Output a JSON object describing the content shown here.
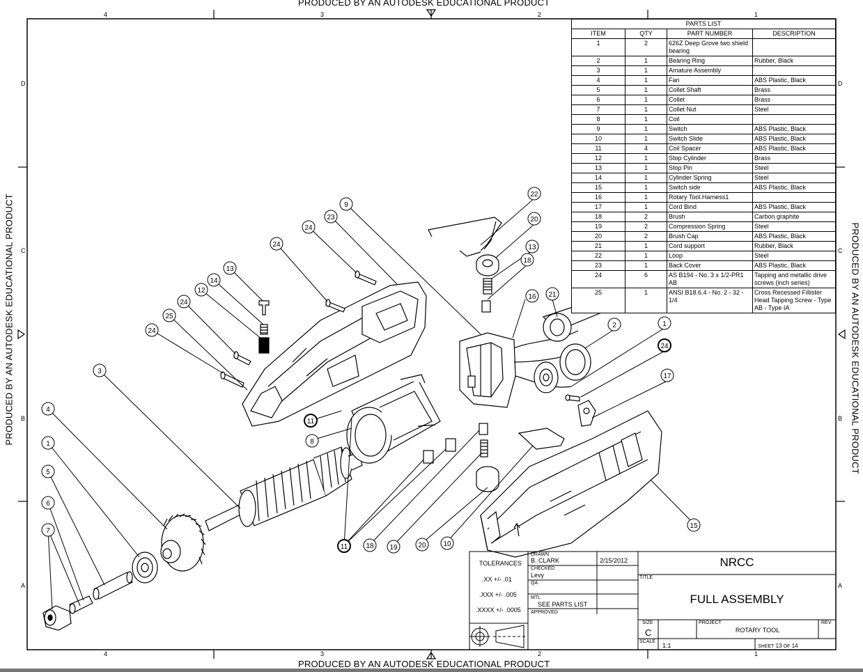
{
  "watermark": "PRODUCED BY AN AUTODESK EDUCATIONAL PRODUCT",
  "zones": {
    "columns": [
      "4",
      "3",
      "2",
      "1"
    ],
    "rows": [
      "D",
      "C",
      "B",
      "A"
    ]
  },
  "parts_list": {
    "title": "PARTS LIST",
    "headers": [
      "ITEM",
      "QTY",
      "PART NUMBER",
      "DESCRIPTION"
    ],
    "rows": [
      {
        "item": "1",
        "qty": "2",
        "part": "626Z Deep Grove two shield bearing",
        "desc": ""
      },
      {
        "item": "2",
        "qty": "1",
        "part": "Bearing Ring",
        "desc": "Rubber, Black"
      },
      {
        "item": "3",
        "qty": "1",
        "part": "Amature Assembly",
        "desc": ""
      },
      {
        "item": "4",
        "qty": "1",
        "part": "Fan",
        "desc": "ABS Plastic, Black"
      },
      {
        "item": "5",
        "qty": "1",
        "part": "Collet Shaft",
        "desc": "Brass"
      },
      {
        "item": "6",
        "qty": "1",
        "part": "Collet",
        "desc": "Brass"
      },
      {
        "item": "7",
        "qty": "1",
        "part": "Collet Nut",
        "desc": "Steel"
      },
      {
        "item": "8",
        "qty": "1",
        "part": "Coil",
        "desc": ""
      },
      {
        "item": "9",
        "qty": "1",
        "part": "Switch",
        "desc": "ABS Plastic, Black"
      },
      {
        "item": "10",
        "qty": "1",
        "part": "Switch Slide",
        "desc": "ABS Plastic, Black"
      },
      {
        "item": "11",
        "qty": "4",
        "part": "Coil Spacer",
        "desc": "ABS Plastic, Black"
      },
      {
        "item": "12",
        "qty": "1",
        "part": "Stop Cylinder",
        "desc": "Brass"
      },
      {
        "item": "13",
        "qty": "1",
        "part": "Stop Pin",
        "desc": "Steel"
      },
      {
        "item": "14",
        "qty": "1",
        "part": "Cylinder Spring",
        "desc": "Steel"
      },
      {
        "item": "15",
        "qty": "1",
        "part": "Switch side",
        "desc": "ABS Plastic, Black"
      },
      {
        "item": "16",
        "qty": "1",
        "part": "Rotary Tool.Harness1",
        "desc": ""
      },
      {
        "item": "17",
        "qty": "1",
        "part": "Cord Bind",
        "desc": "ABS Plastic, Black"
      },
      {
        "item": "18",
        "qty": "2",
        "part": "Brush",
        "desc": "Carbon graphite"
      },
      {
        "item": "19",
        "qty": "2",
        "part": "Compression  Spring",
        "desc": "Steel"
      },
      {
        "item": "20",
        "qty": "2",
        "part": "Brush Cap",
        "desc": "ABS Plastic, Black"
      },
      {
        "item": "21",
        "qty": "1",
        "part": "Cord support",
        "desc": "Rubber, Black"
      },
      {
        "item": "22",
        "qty": "1",
        "part": "Loop",
        "desc": "Steel"
      },
      {
        "item": "23",
        "qty": "1",
        "part": "Back Cover",
        "desc": "ABS Plastic, Black"
      },
      {
        "item": "24",
        "qty": "6",
        "part": "AS B194 - No. 3 x 1/2-PR1 AB",
        "desc": "Tapping and metallic drive screws (inch series)"
      },
      {
        "item": "25",
        "qty": "1",
        "part": "ANSI B18.6.4 - No. 2 - 32 - 1/4",
        "desc": "Cross Recessed Fillister Head Tapping Screw - Type AB - Type IA"
      }
    ]
  },
  "callouts": [
    "1",
    "2",
    "3",
    "4",
    "5",
    "6",
    "7",
    "8",
    "9",
    "10",
    "11",
    "12",
    "13",
    "14",
    "15",
    "16",
    "17",
    "18",
    "19",
    "20",
    "21",
    "22",
    "23",
    "24",
    "25"
  ],
  "title_block": {
    "tolerances_label": "TOLERANCES",
    "tol_1": ".XX +/- .01",
    "tol_2": ".XXX +/- .005",
    "tol_3": ".XXXX +/- .0005",
    "drawn_label": "DRAWN",
    "drawn_by": "B. CLARK",
    "drawn_date": "2/15/2012",
    "checked_label": "CHECKED",
    "checked_by": "Levy",
    "qa_label": "QA",
    "mtl_label": "MTL",
    "mtl_value": "SEE PARTS LIST",
    "approved_label": "APPROVED",
    "company": "NRCC",
    "title_label": "TITLE",
    "title": "FULL ASSEMBLY",
    "size_label": "SIZE",
    "size": "C",
    "project_label": "PROJECT",
    "project": "ROTARY TOOL",
    "rev_label": "REV",
    "scale_label": "SCALE",
    "scale": "1:1",
    "sheet_label": "SHEET",
    "sheet_num": "13",
    "of_label": "OF",
    "sheet_total": "14"
  }
}
